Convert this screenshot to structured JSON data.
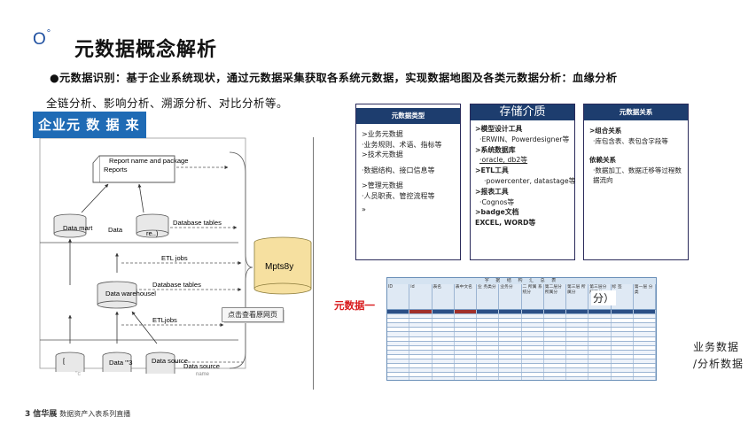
{
  "header": {
    "icon": "O",
    "icon_sup": "°",
    "title": "元数据概念解析",
    "line1": "●元数据识别：基于企业系统现状，通过元数据采集获取各系统元数据，实现数据地图及各类元数据分析：血缘分析",
    "line2": "全链分析、影响分析、溯源分析、对比分析等。"
  },
  "diagram": {
    "banner": "企业元 数 据 来",
    "reports_line1": "Report name and package",
    "reports_line2": "Reports",
    "data_mart": "Data\nmart",
    "data_label": "Data",
    "cyl3_label": "re..)",
    "db_tables_1": "Database tables",
    "etl_jobs_1": "ETL jobs",
    "mpts": "Mpts8y",
    "db_tables_2": "Database tables",
    "warehouse": "Data\nwarehousel",
    "etl_jobs_2": "ETLjobs",
    "popup": "点击查看原网页",
    "src1": "[",
    "src2": "Data\n'\"3",
    "src3": "Data\nsource",
    "data_source": "Data source",
    "data_source_sub": "name",
    "watermark": "\"c"
  },
  "panel1": {
    "title": "元数据类型",
    "items": [
      ">业务元数据",
      "·业务规则、术语、指标等",
      ">技术元数据",
      "·数据结构、接口信息等",
      ">管理元数据",
      "·人员职责、管控流程等",
      "»"
    ]
  },
  "panel2": {
    "title": "存储介质",
    "items": [
      ">模型设计工具",
      "·ERWIN、Powerdesigner等",
      ">系统数据库",
      "·oracle, db2等",
      ">ETL工具",
      "·powercenter, datastage等",
      ">报表工具",
      "·Cognos等",
      ">badge文档",
      "EXCEL, WORD等"
    ]
  },
  "panel3": {
    "title": "元数据关系",
    "items": [
      ">组合关系",
      "·库包含表、表包含字段等",
      "依赖关系",
      "·数据加工、数据迁移等过程数据流向"
    ]
  },
  "meta_label": "元数据一",
  "business_label_1": "业务数据",
  "business_label_2": "/分析数据",
  "sheet": {
    "title": "字 据 结 构 汇 总 表",
    "overlay": "分）",
    "headers": [
      "ID",
      "id",
      "表名",
      "表中文名",
      "业\n务类分",
      "业务分",
      "二\n所属\n系统分",
      "第二层分\n所属分",
      "第三层\n所属分",
      "第三层分\n所属分",
      "标\n签",
      "第一层\n分类"
    ]
  },
  "footer": {
    "page_num": "3",
    "brand": "信华展",
    "text": "数据资产入表系列直播"
  },
  "colors": {
    "banner": "#1f6bb5",
    "panel_head": "#1d3d6e",
    "accent_red": "#d8191b",
    "mpts_cyl": "#f6e0a0"
  }
}
